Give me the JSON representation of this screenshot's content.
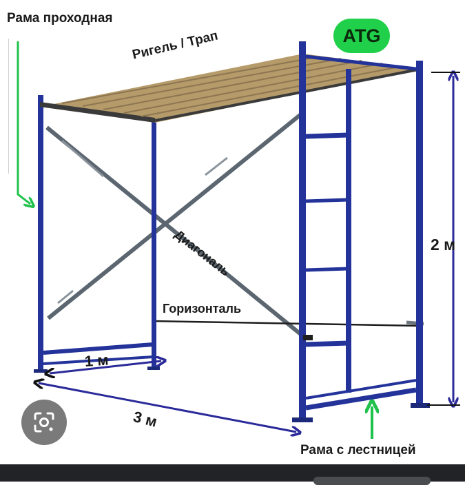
{
  "labels": {
    "frame_passage": "Рама проходная",
    "riegel_deck": "Ригель / Трап",
    "diagonal": "Диагональ",
    "horizontal": "Горизонталь",
    "frame_ladder": "Рама с лестницей"
  },
  "dimensions": {
    "width": "1 м",
    "length": "3 м",
    "height": "2 м"
  },
  "logo": {
    "text": "ATG"
  },
  "icons": {
    "lens": "google-lens-icon"
  },
  "colors": {
    "frame": "#23339a",
    "deck": "#b59a6a",
    "brace": "#5b6670",
    "arrow_green": "#1fc24a",
    "arrow_blue": "#2a2a9a",
    "arrow_black": "#111111",
    "logo_bg": "#20d04a"
  }
}
